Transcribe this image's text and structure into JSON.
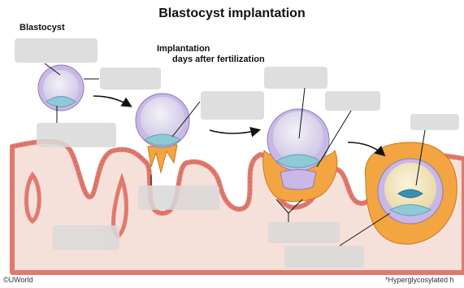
{
  "title": "Blastocyst implantation",
  "labels": {
    "blastocyst": "Blastocyst",
    "implantation_line1": "Implantation",
    "implantation_line2": "days after fertilization"
  },
  "footer": {
    "left": "©UWorld",
    "right": "*Hyperglycosylated h"
  },
  "colors": {
    "endometrium_fill": "#f3d9d3",
    "epithelium": "#e07a6e",
    "blastocyst_wall": "#c9b8e6",
    "cavity": "#e8e6f2",
    "inner_cell_mass": "#8ecad6",
    "syncytiotrophoblast": "#f2a541",
    "label_box": "#d9d9d9"
  },
  "icons": [
    "arrow-icon"
  ]
}
